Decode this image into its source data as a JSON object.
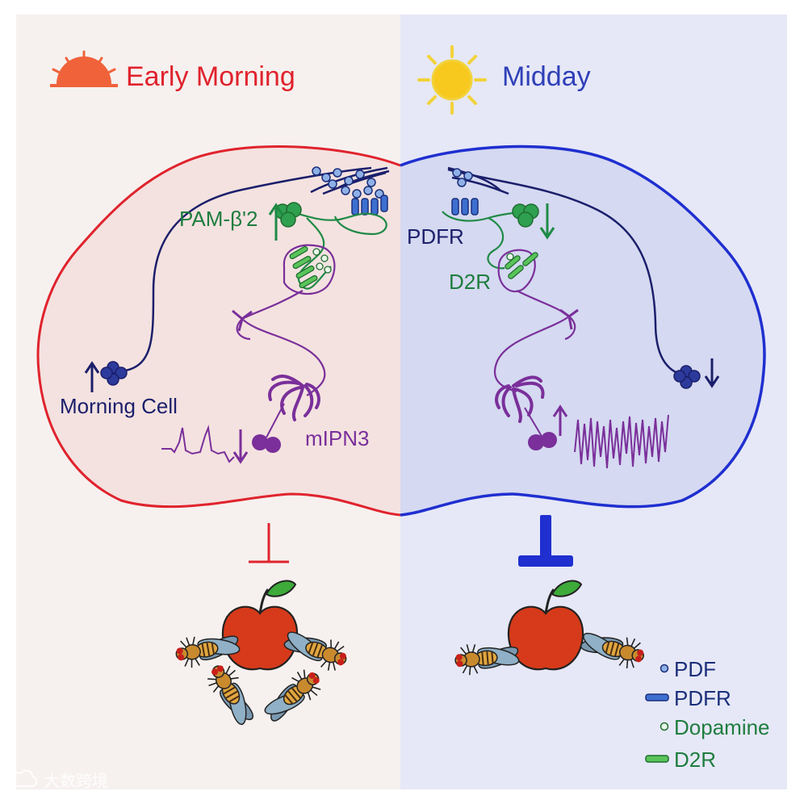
{
  "panels": {
    "left": {
      "title": "Early Morning",
      "bg": "#f6f1ef",
      "accent": "#e0232d"
    },
    "right": {
      "title": "Midday",
      "bg": "#e6e8f7",
      "accent": "#2f3fb8"
    }
  },
  "labels": {
    "pam": "PAM-β'2",
    "pdfr": "PDFR",
    "d2r": "D2R",
    "morning_cell": "Morning Cell",
    "mipn3": "mIPN3"
  },
  "inhibition": {
    "left": "weak",
    "right": "strong"
  },
  "legend": [
    {
      "icon": "pdf-dot-icon",
      "label": "PDF"
    },
    {
      "icon": "pdfr-receptor-icon",
      "label": "PDFR"
    },
    {
      "icon": "dopamine-dot-icon",
      "label": "Dopamine"
    },
    {
      "icon": "d2r-receptor-icon",
      "label": "D2R"
    }
  ],
  "watermark": "大数跨境",
  "colors": {
    "red": "#e0232d",
    "blue": "#1f2fd0",
    "navy": "#1b1f6b",
    "green": "#1f8a45",
    "purple": "#7a2f9a",
    "apple": "#d63a1a"
  }
}
